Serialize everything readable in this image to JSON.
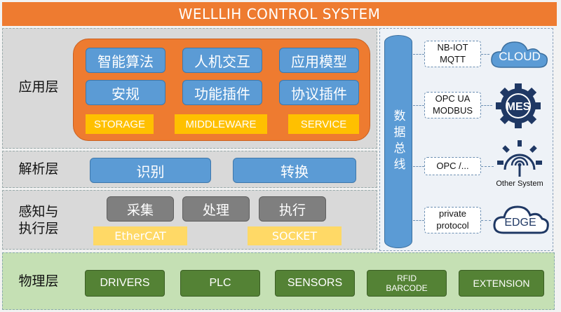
{
  "title": "WELLLIH CONTROL SYSTEM",
  "layers": {
    "application": {
      "label": "应用层",
      "buttons": [
        "智能算法",
        "人机交互",
        "应用模型",
        "安规",
        "功能插件",
        "协议插件"
      ],
      "tags": [
        "STORAGE",
        "MIDDLEWARE",
        "SERVICE"
      ]
    },
    "parsing": {
      "label": "解析层",
      "buttons": [
        "识别",
        "转换"
      ]
    },
    "perception": {
      "label_line1": "感知与",
      "label_line2": "执行层",
      "buttons": [
        "采集",
        "处理",
        "执行"
      ],
      "tags": [
        "EtherCAT",
        "SOCKET"
      ]
    },
    "physical": {
      "label": "物理层",
      "buttons": [
        "DRIVERS",
        "PLC",
        "SENSORS",
        "EXTENSION"
      ],
      "rfid_line1": "RFID",
      "rfid_line2": "BARCODE"
    }
  },
  "bus": {
    "label": "数据总线"
  },
  "connections": [
    {
      "protocol_line1": "NB-IOT",
      "protocol_line2": "MQTT",
      "target": "CLOUD",
      "icon": "cloud-icon"
    },
    {
      "protocol_line1": "OPC UA",
      "protocol_line2": "MODBUS",
      "target": "MES",
      "icon": "gear-icon"
    },
    {
      "protocol_line1": "OPC /...",
      "protocol_line2": "",
      "target": "Other System",
      "icon": "antenna-gear-icon"
    },
    {
      "protocol_line1": "private",
      "protocol_line2": "protocol",
      "target": "EDGE",
      "icon": "cloud-outline-icon"
    }
  ],
  "colors": {
    "title": "#ee7b30",
    "app_panel": "#ee7b30",
    "blue": "#5b9bd5",
    "yellow": "#ffc000",
    "grey": "#7f7f7f",
    "green": "#548235",
    "physical_bg": "#c5e0b4",
    "navy": "#1f3864"
  }
}
